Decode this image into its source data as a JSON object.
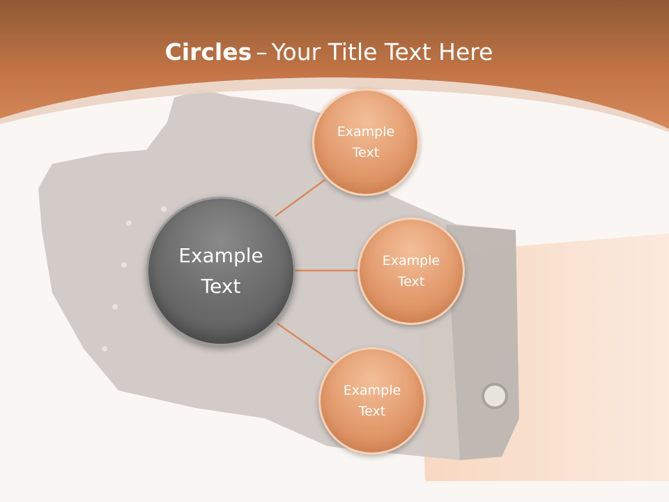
{
  "slide": {
    "title_bold": "Circles",
    "title_dash": "–",
    "title_rest": "Your Title Text Here"
  },
  "diagram": {
    "center_line1": "Example",
    "center_line2": "Text",
    "satellites": [
      {
        "line1": "Example",
        "line2": "Text"
      },
      {
        "line1": "Example",
        "line2": "Text"
      },
      {
        "line1": "Example",
        "line2": "Text"
      }
    ]
  },
  "colors": {
    "header": "#c9784a",
    "center_circle": "#6e6e6e",
    "satellite_circle": "#e29a6c",
    "connector": "#d9895a",
    "background": "#faf6f3"
  }
}
